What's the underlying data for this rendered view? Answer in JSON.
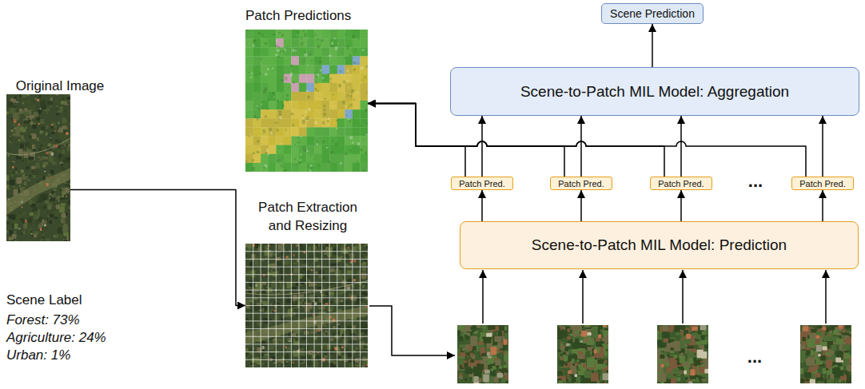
{
  "diagram": {
    "nodes": [
      {
        "text": [
          "Original Image"
        ]
      },
      {
        "text": [
          "Patch Predictions"
        ]
      },
      {
        "text": [
          "Patch Extraction and Resizing"
        ]
      },
      {
        "text": [
          "Scene Prediction"
        ]
      },
      {
        "text": [
          "Scene-to-Patch MIL Model: Aggregation"
        ]
      },
      {
        "text": [
          "Patch Pred."
        ]
      },
      {
        "text": [
          "Patch Pred."
        ]
      },
      {
        "text": [
          "Patch Pred."
        ]
      },
      {
        "text": [
          "Patch Pred."
        ]
      },
      {
        "text": [
          "Scene-to-Patch MIL Model: Prediction"
        ]
      }
    ],
    "edges": [
      {
        "from": 0,
        "to": 2,
        "arrow": "to"
      },
      {
        "from": 9,
        "to": 5,
        "arrow": "to"
      },
      {
        "from": 9,
        "to": 6,
        "arrow": "to"
      },
      {
        "from": 9,
        "to": 7,
        "arrow": "to"
      },
      {
        "from": 9,
        "to": 8,
        "arrow": "to"
      },
      {
        "from": 5,
        "to": 4,
        "arrow": "to"
      },
      {
        "from": 6,
        "to": 4,
        "arrow": "to"
      },
      {
        "from": 7,
        "to": 4,
        "arrow": "to"
      },
      {
        "from": 8,
        "to": 4,
        "arrow": "to"
      },
      {
        "from": 4,
        "to": 3,
        "arrow": "to"
      },
      {
        "from": 5,
        "to": 1,
        "arrow": "to"
      },
      {
        "from": 6,
        "to": 1,
        "arrow": "to"
      },
      {
        "from": 7,
        "to": 1,
        "arrow": "to"
      },
      {
        "from": 8,
        "to": 1,
        "arrow": "to"
      }
    ],
    "labels": [
      "Scene Label",
      "Forest: 73%",
      "Agriculture: 24%",
      "Urban: 1%",
      "...",
      "..."
    ]
  }
}
